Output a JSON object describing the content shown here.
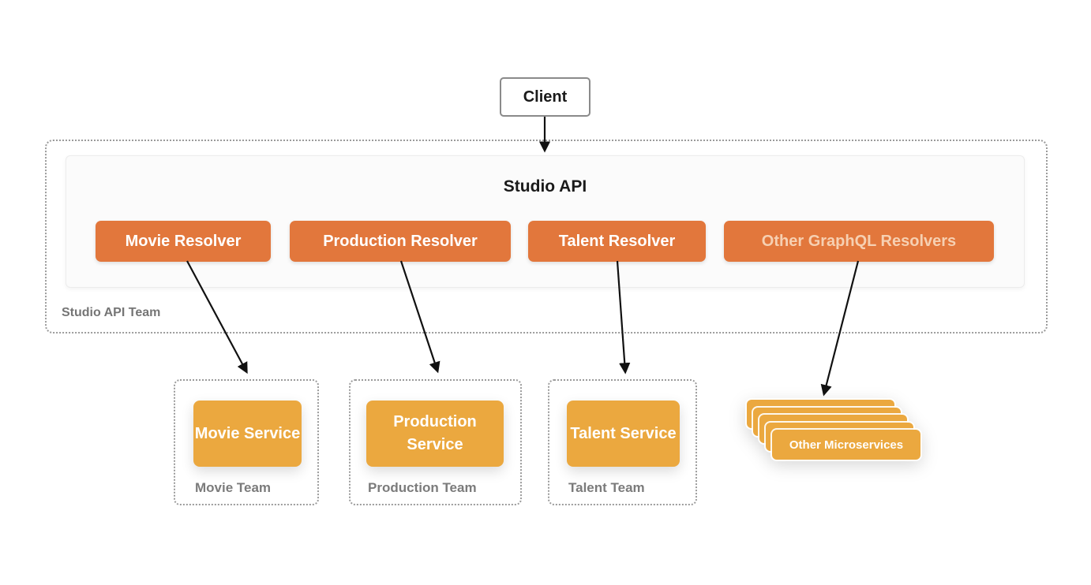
{
  "client": {
    "label": "Client"
  },
  "studio_api": {
    "title": "Studio API",
    "team_label": "Studio API Team",
    "resolvers": [
      {
        "label": "Movie Resolver",
        "muted": false
      },
      {
        "label": "Production Resolver",
        "muted": false
      },
      {
        "label": "Talent Resolver",
        "muted": false
      },
      {
        "label": "Other GraphQL Resolvers",
        "muted": true
      }
    ]
  },
  "teams": [
    {
      "service_label": "Movie Service",
      "team_label": "Movie Team"
    },
    {
      "service_label": "Production Service",
      "team_label": "Production Team"
    },
    {
      "service_label": "Talent Service",
      "team_label": "Talent Team"
    }
  ],
  "other_microservices": {
    "label": "Other Microservices",
    "stack_count": 5
  },
  "colors": {
    "resolver_orange": "#E2773C",
    "service_amber": "#EBA83F",
    "muted_resolver_text": "#F6D0B2",
    "team_label_gray": "#757575",
    "arrow_black": "#111111"
  }
}
